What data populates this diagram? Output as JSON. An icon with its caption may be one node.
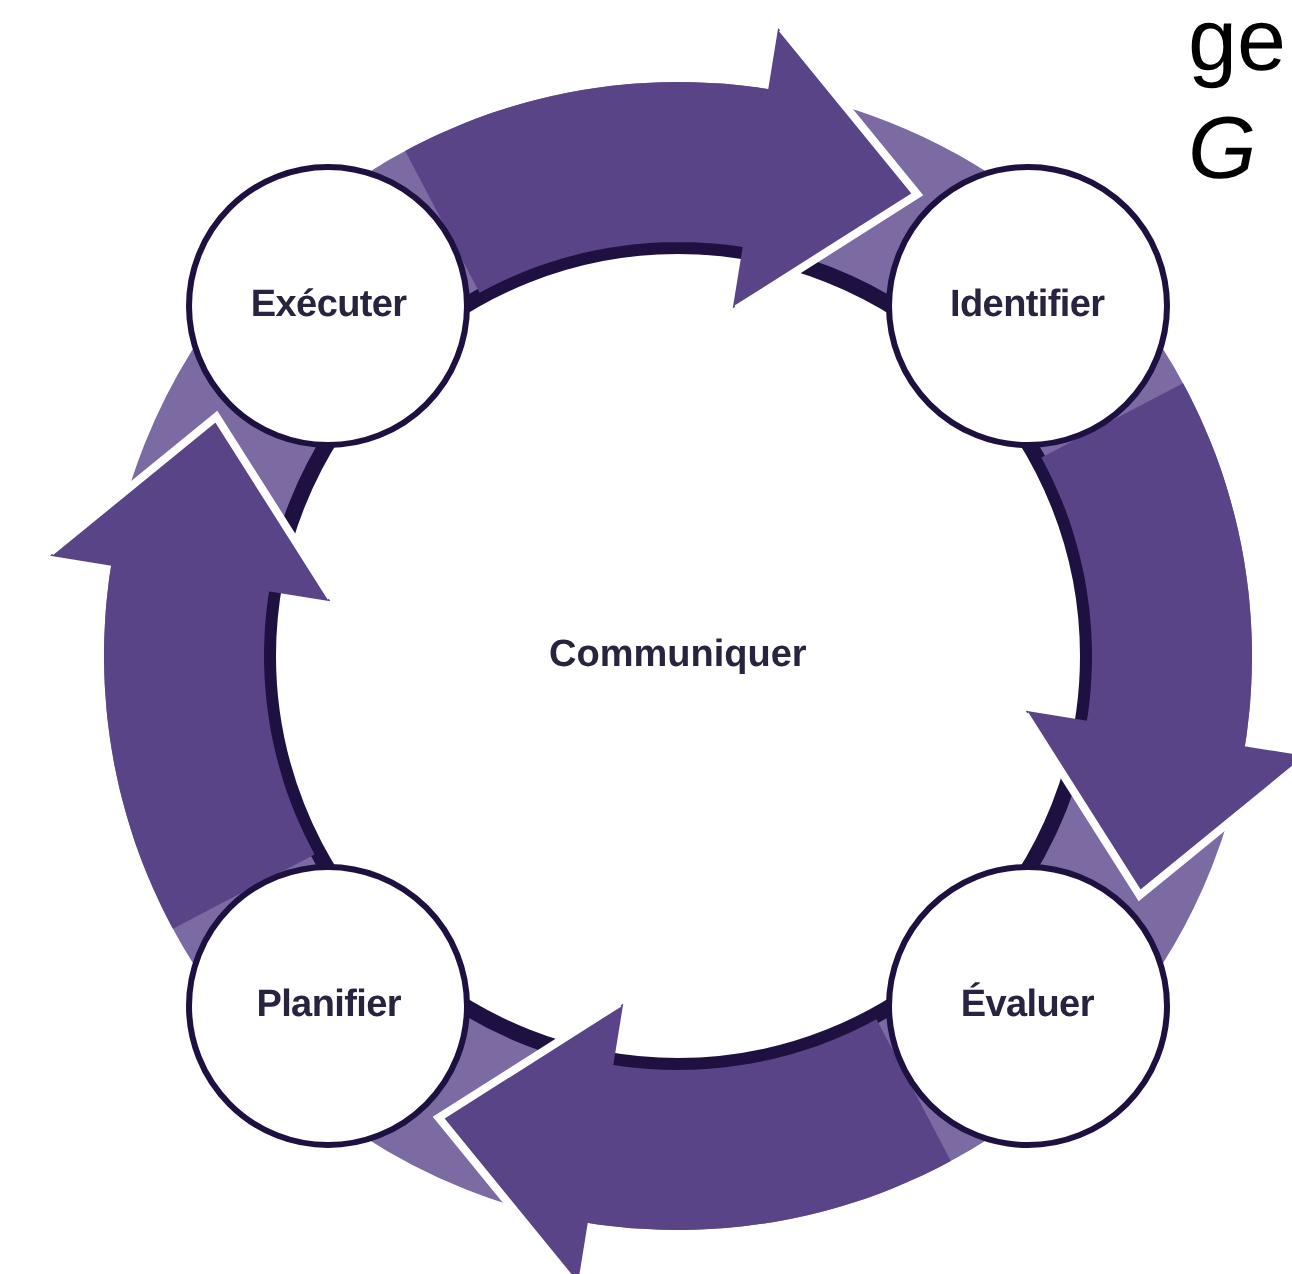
{
  "diagram": {
    "nodes": [
      {
        "text": [
          "Exécuter"
        ]
      },
      {
        "text": [
          "Identifier"
        ]
      },
      {
        "text": [
          "Évaluer"
        ]
      },
      {
        "text": [
          "Planifier"
        ]
      }
    ],
    "edges": [
      {
        "from": 0,
        "to": 1,
        "arrow": "to"
      },
      {
        "from": 1,
        "to": 2,
        "arrow": "to"
      },
      {
        "from": 2,
        "to": 3,
        "arrow": "to"
      },
      {
        "from": 3,
        "to": 0,
        "arrow": "to"
      }
    ],
    "labels": [
      "Communiquer",
      "ge",
      "G"
    ]
  }
}
